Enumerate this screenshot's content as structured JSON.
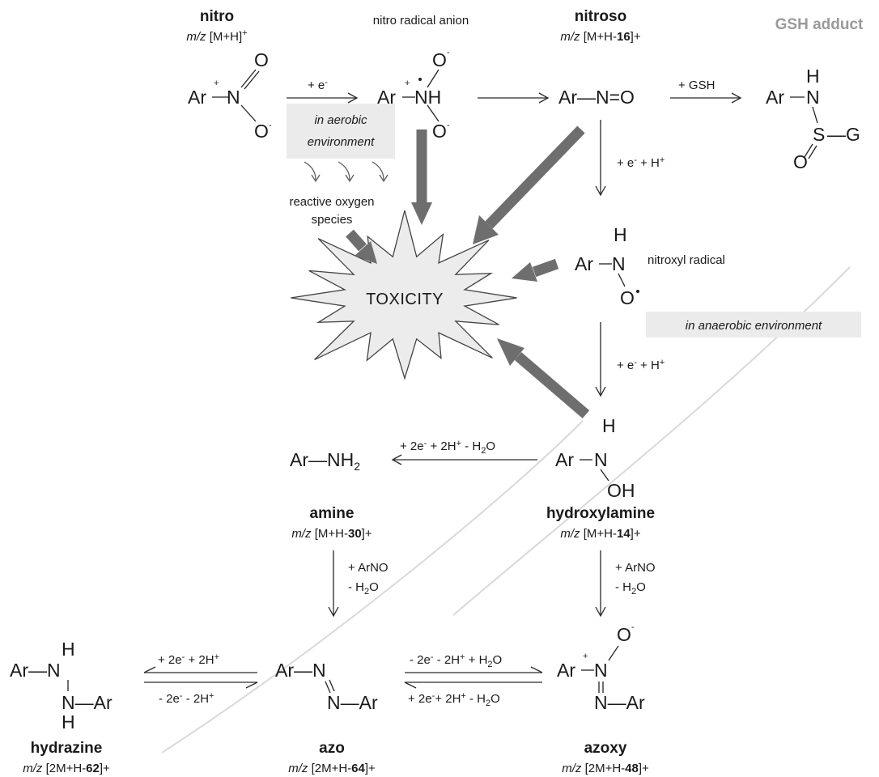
{
  "compounds": {
    "nitro": {
      "name": "nitro",
      "mz_prefix": "m/z",
      "mz_a": "[M+H]",
      "mz_b": "",
      "mz_c": "+"
    },
    "nitro_anion": {
      "name": "nitro radical anion"
    },
    "nitroso": {
      "name": "nitroso",
      "mz_prefix": "m/z",
      "mz_a": "[M+H-",
      "mz_b": "16",
      "mz_c": "]+"
    },
    "gsh_adduct": {
      "name": "GSH adduct"
    },
    "nitroxyl": {
      "name": "nitroxyl radical"
    },
    "hydroxylamine": {
      "name": "hydroxylamine",
      "mz_prefix": "m/z",
      "mz_a": "[M+H-",
      "mz_b": "14",
      "mz_c": "]+"
    },
    "amine": {
      "name": "amine",
      "mz_prefix": "m/z",
      "mz_a": "[M+H-",
      "mz_b": "30",
      "mz_c": "]+"
    },
    "hydrazine": {
      "name": "hydrazine",
      "mz_prefix": "m/z",
      "mz_a": "[2M+H-",
      "mz_b": "62",
      "mz_c": "]+"
    },
    "azo": {
      "name": "azo",
      "mz_prefix": "m/z",
      "mz_a": "[2M+H-",
      "mz_b": "64",
      "mz_c": "]+"
    },
    "azoxy": {
      "name": "azoxy",
      "mz_prefix": "m/z",
      "mz_a": "[2M+H-",
      "mz_b": "48",
      "mz_c": "]+"
    }
  },
  "reagents": {
    "e": "+ e",
    "gsh": "+ GSH",
    "e_h": "+ e + H",
    "two_e": "+ 2e + 2H - H2O",
    "arno": "+ ArNO",
    "minus_h2o": "- H2O",
    "azo_hyd_top": "+ 2e + 2H",
    "azo_hyd_bottom": "- 2e - 2H",
    "azoxy_top": "- 2e - 2H + H2O",
    "azoxy_bottom": "+ 2e + 2H - H2O"
  },
  "annotations": {
    "aerobic_line1": "in aerobic",
    "aerobic_line2": "environment",
    "ros_line1": "reactive oxygen",
    "ros_line2": "species",
    "anaerobic": "in anaerobic environment",
    "toxicity": "TOXICITY"
  },
  "colors": {
    "fat_arrow": "#6e6e6e",
    "box_fill": "#ebebeb",
    "toxicity_fill": "#ececec",
    "muted_title": "#9a9a9a"
  }
}
